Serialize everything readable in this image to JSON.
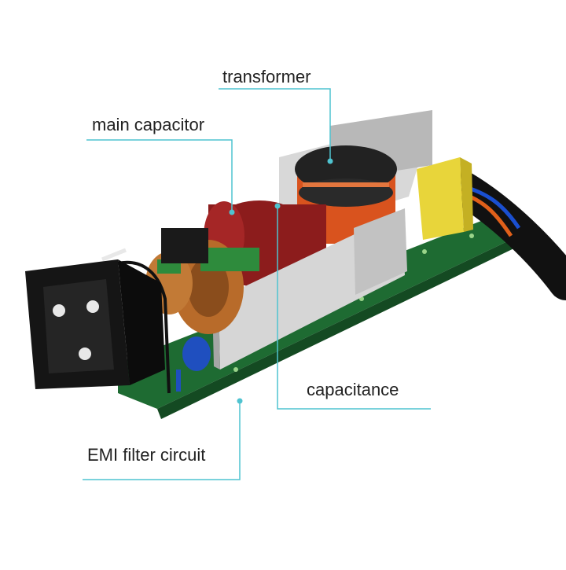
{
  "labels": {
    "transformer": "transformer",
    "main_capacitor": "main capacitor",
    "capacitance": "capacitance",
    "emi_filter": "EMI filter circuit"
  },
  "colors": {
    "leader_line": "#4fc3d0",
    "pcb": "#1e6b32",
    "capacitor_body": "#8c1c1c",
    "transformer_core": "#222222",
    "transformer_winding": "#d9531e",
    "copper_coil": "#b86b2a",
    "shield": "#cfcfcf",
    "socket": "#151515",
    "y_capacitor": "#1f4fbf",
    "yellow_capacitor": "#e8d53a"
  },
  "icons": {
    "socket": "iec-c6-socket-icon",
    "cable": "dc-cable-icon"
  }
}
